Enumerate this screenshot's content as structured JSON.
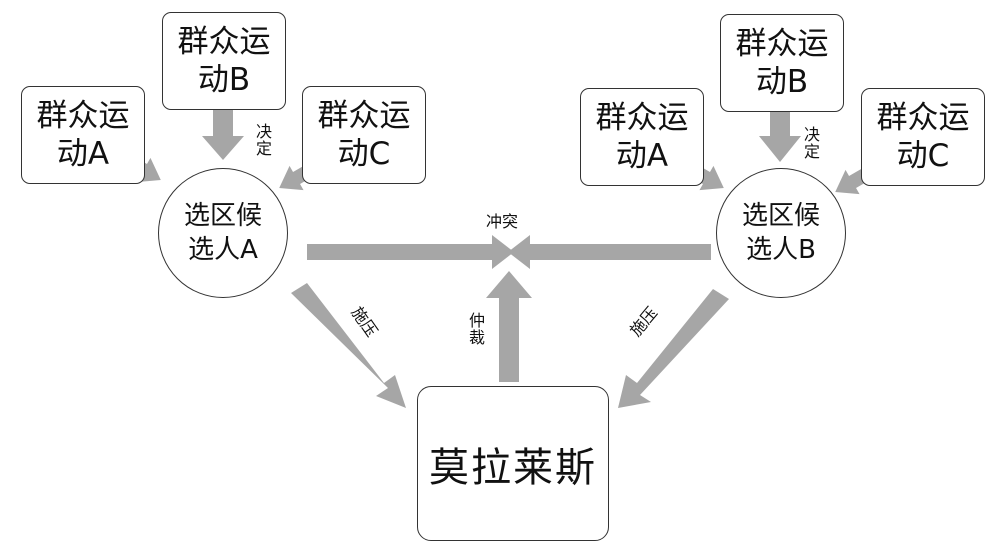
{
  "left_group": {
    "box_a": "群众运动A",
    "box_b": "群众运动B",
    "box_c": "群众运动C",
    "decide_label": "决定",
    "candidate": "选区候选人A"
  },
  "right_group": {
    "box_a": "群众运动A",
    "box_b": "群众运动B",
    "box_c": "群众运动C",
    "decide_label": "决定",
    "candidate": "选区候选人B"
  },
  "center": {
    "conflict_label": "冲突",
    "arbitrate_label": "仲裁",
    "pressure_left_label": "施压",
    "pressure_right_label": "施压",
    "morales": "莫拉莱斯"
  },
  "colors": {
    "arrow": "#a6a6a6",
    "border": "#333333",
    "text": "#111111"
  }
}
